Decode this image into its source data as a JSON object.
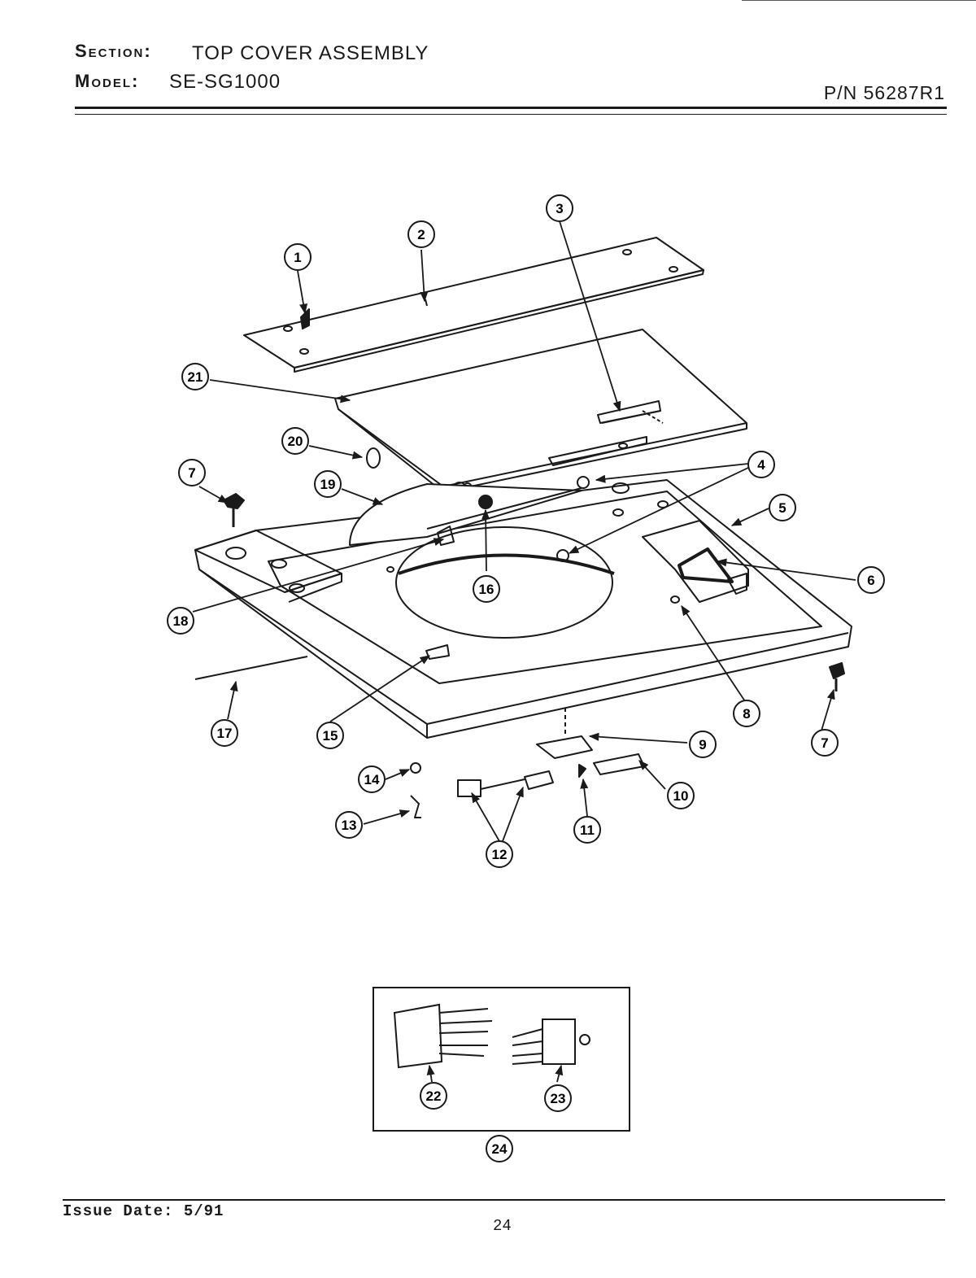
{
  "header": {
    "section_label": "Section:",
    "section_value": "TOP COVER ASSEMBLY",
    "model_label": "Model:",
    "model_value": "SE-SG1000",
    "part_number": "P/N 56287R1"
  },
  "callouts": {
    "c1": "1",
    "c2": "2",
    "c3": "3",
    "c4": "4",
    "c5": "5",
    "c6": "6",
    "c7a": "7",
    "c7b": "7",
    "c8": "8",
    "c9": "9",
    "c10": "10",
    "c11": "11",
    "c12": "12",
    "c13": "13",
    "c14": "14",
    "c15": "15",
    "c16": "16",
    "c17": "17",
    "c18": "18",
    "c19": "19",
    "c20": "20",
    "c21": "21",
    "c22": "22",
    "c23": "23",
    "c24": "24"
  },
  "footer": {
    "issue_date": "Issue Date: 5/91",
    "page_number": "24"
  }
}
